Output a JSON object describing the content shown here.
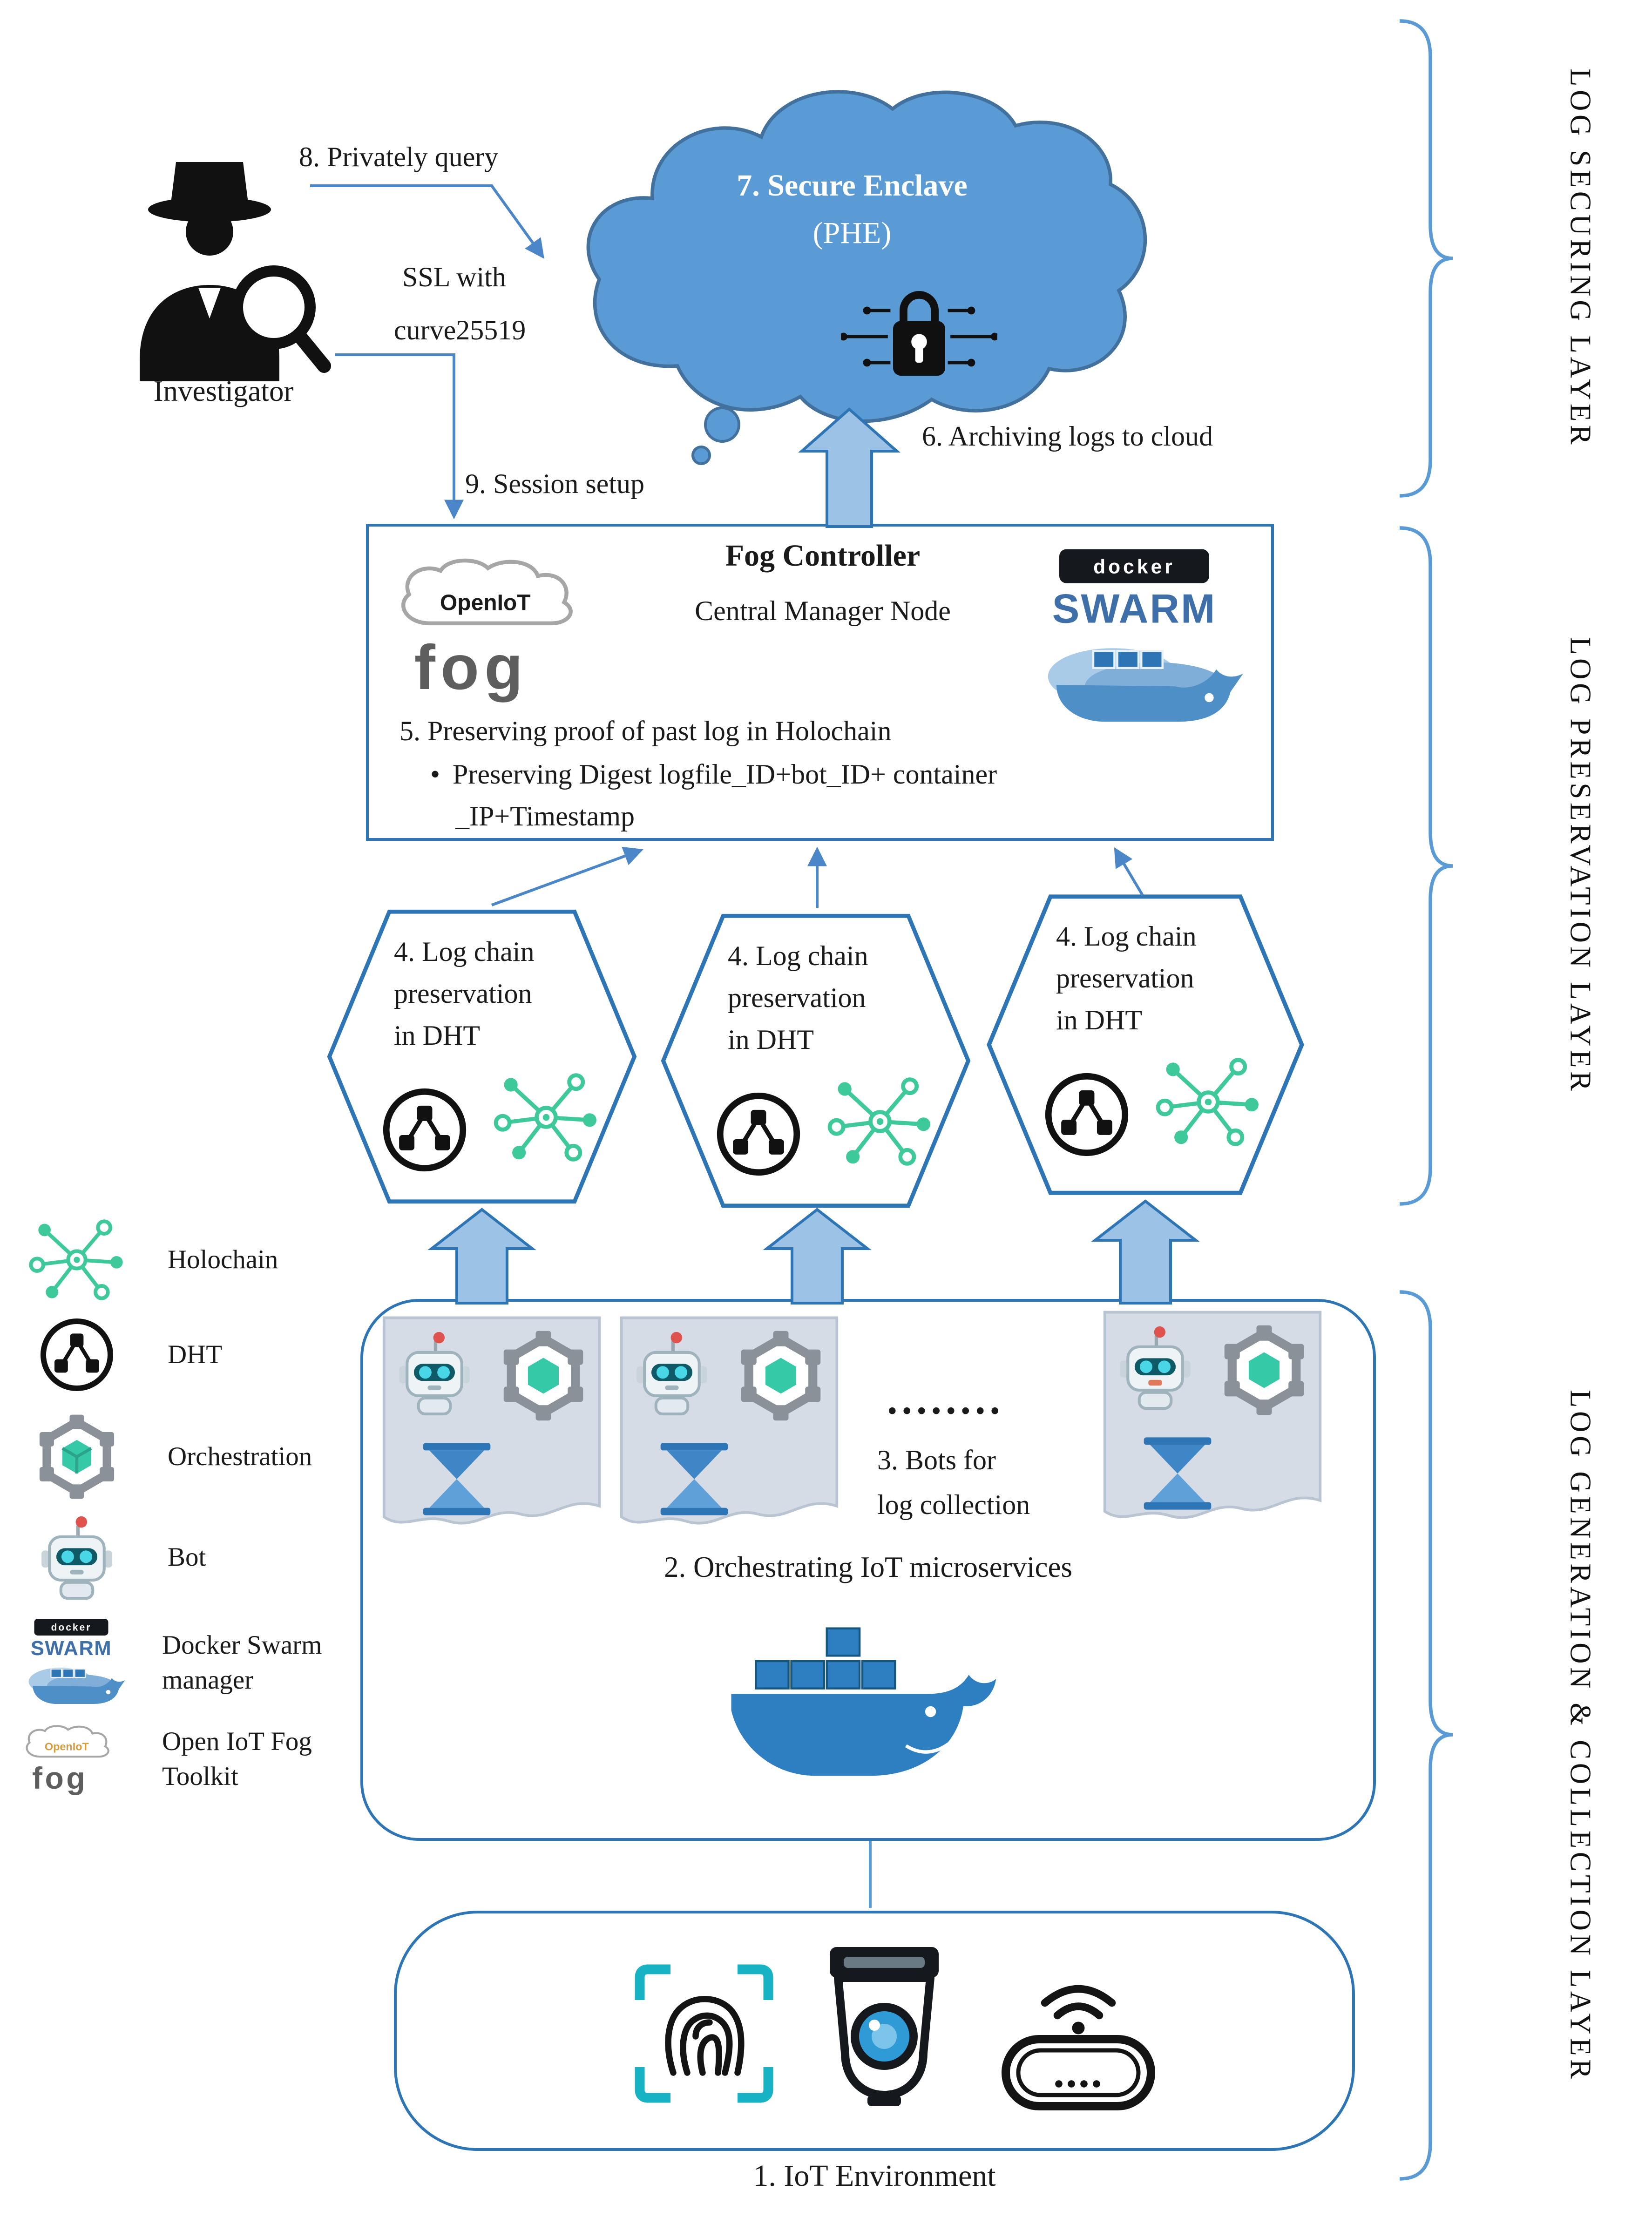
{
  "layer_labels": {
    "securing": "LOG SECURING LAYER",
    "preservation": "LOG PRESERVATION LAYER",
    "generation": "LOG GENERATION & COLLECTION LAYER"
  },
  "investigator_label": "Investigator",
  "steps": {
    "query": "8. Privately query",
    "ssl_line1": "SSL with",
    "ssl_line2": "curve25519",
    "session": "9. Session setup",
    "archiving": "6. Archiving logs to cloud",
    "step3_line1": "3. Bots for",
    "step3_line2": "log collection",
    "step2": "2. Orchestrating IoT microservices",
    "step1": "1. IoT Environment",
    "dots": "........"
  },
  "cloud": {
    "title": "7. Secure Enclave",
    "subtitle": "(PHE)"
  },
  "fog": {
    "title": "Fog Controller",
    "subtitle": "Central Manager Node",
    "step5": "5. Preserving proof of past log in Holochain",
    "bullet_line1": "Preserving Digest logfile_ID+bot_ID+ container",
    "bullet_line2": "_IP+Timestamp"
  },
  "hexagons": [
    {
      "lines": [
        "4. Log chain",
        "preservation",
        "in DHT"
      ]
    },
    {
      "lines": [
        "4. Log chain",
        "preservation",
        "in DHT"
      ]
    },
    {
      "lines": [
        "4. Log chain",
        "preservation",
        "in DHT"
      ]
    }
  ],
  "legend": [
    {
      "icon": "holochain-icon",
      "lines": [
        "Holochain"
      ]
    },
    {
      "icon": "dht-icon",
      "lines": [
        "DHT"
      ]
    },
    {
      "icon": "orchestration-icon",
      "lines": [
        "Orchestration"
      ]
    },
    {
      "icon": "bot-icon",
      "lines": [
        "Bot"
      ]
    },
    {
      "icon": "docker-swarm-icon",
      "lines": [
        "Docker Swarm",
        "manager"
      ]
    },
    {
      "icon": "openiot-fog-icon",
      "lines": [
        "Open IoT Fog",
        "Toolkit"
      ]
    }
  ],
  "logos": {
    "openiot": "OpenIoT",
    "fog": "fog",
    "docker": "docker",
    "swarm": "SWARM"
  },
  "colors": {
    "cloud_fill": "#5B9BD5",
    "cloud_stroke": "#41719C",
    "box_border": "#2E75B6",
    "block_arrow_fill": "#9CC2E5",
    "thin_arrow": "#4A86C8",
    "holochain_green": "#3EC99A",
    "brace": "#5B9BD5"
  }
}
